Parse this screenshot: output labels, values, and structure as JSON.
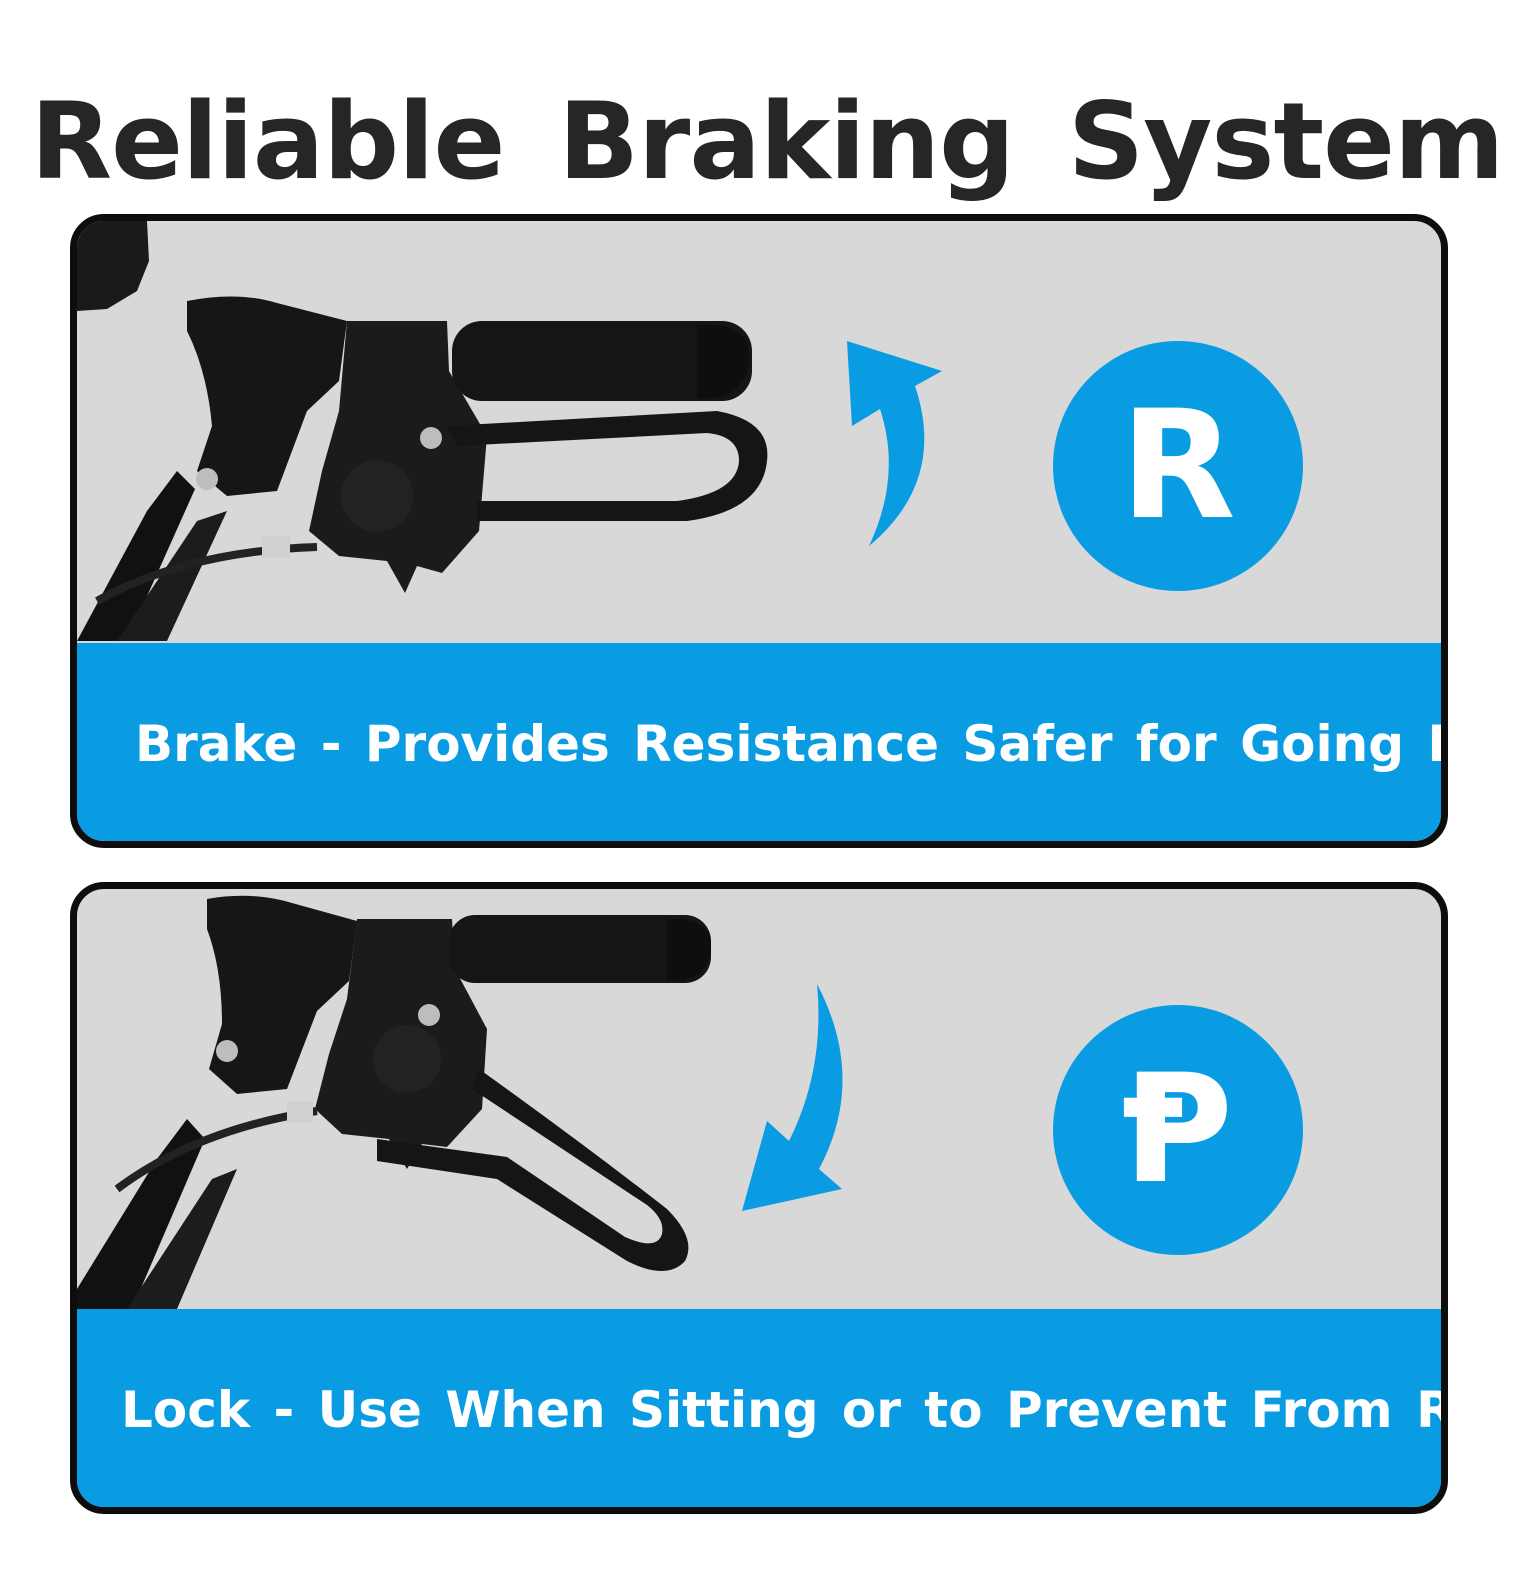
{
  "title": "Reliable Braking System",
  "colors": {
    "accent": "#0a9ce3",
    "panel_bg": "#d8d8d8",
    "border": "#0d0d0d",
    "title": "#262626"
  },
  "panels": [
    {
      "badge": "R",
      "caption": "Brake - Provides Resistance Safer for Going Downhil!",
      "arrow": "curved-up-arrow-icon"
    },
    {
      "badge": "Ᵽ",
      "caption": "Lock - Use When Sitting or to Prevent From Rolling",
      "arrow": "curved-down-arrow-icon"
    }
  ]
}
